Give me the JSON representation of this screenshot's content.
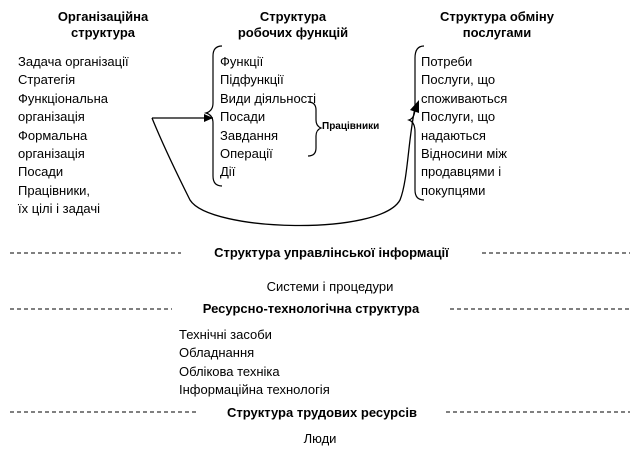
{
  "columns": {
    "left": {
      "heading": [
        "Організаційна",
        "структура"
      ],
      "items": [
        "Задача організації",
        "Стратегія",
        "Функціональна",
        "організація",
        "Формальна",
        "організація",
        "Посади",
        "Працівники,",
        "їх цілі і задачі"
      ]
    },
    "middle": {
      "heading": [
        "Структура",
        "робочих функцій"
      ],
      "items": [
        "Функції",
        "Підфункції",
        "Види діяльності",
        "Посади",
        "Завдання",
        "Операції",
        "Дії"
      ],
      "brace_label": "Працівники"
    },
    "right": {
      "heading": [
        "Структура обміну",
        "послугами"
      ],
      "items": [
        "Потреби",
        "Послуги,  що",
        "споживаються",
        "Послуги,  що",
        "надаються",
        "Відносини між",
        "продавцями і",
        "покупцями"
      ]
    }
  },
  "layers": {
    "management_info": {
      "title": "Структура управлінської інформації",
      "content": "Системи і процедури"
    },
    "resource_tech": {
      "title": "Ресурсно-технологічна структура",
      "items": [
        "Технічні засоби",
        "Обладнання",
        "Облікова техніка",
        "Інформаційна  технологія"
      ]
    },
    "labor": {
      "title": "Структура трудових ресурсів",
      "content": "Люди"
    }
  },
  "colors": {
    "ink": "#000000",
    "background": "#ffffff"
  }
}
